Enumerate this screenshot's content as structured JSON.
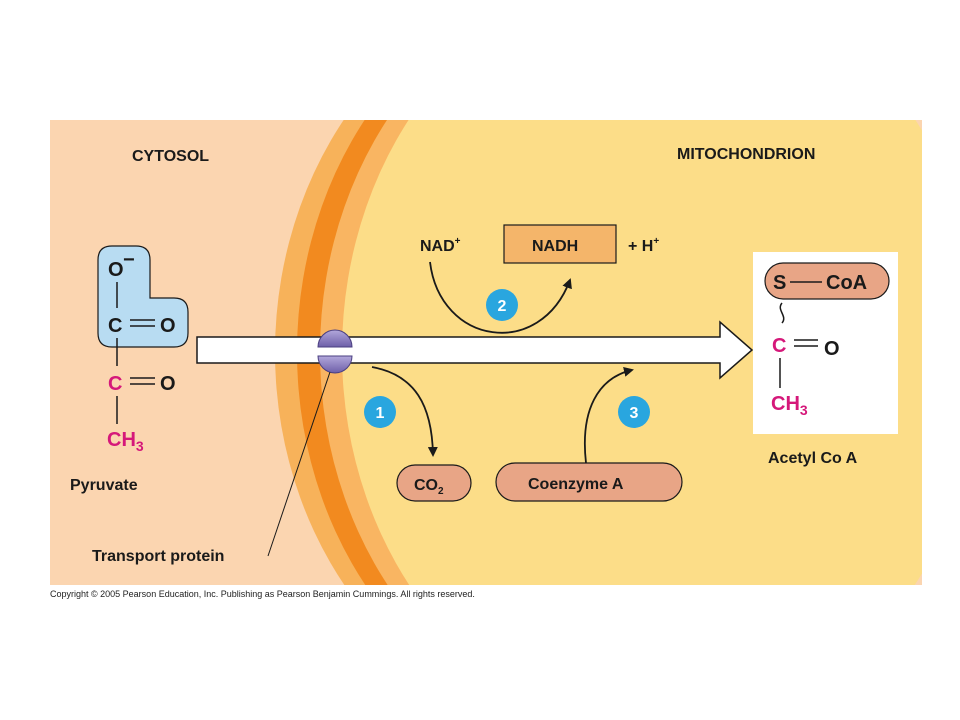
{
  "regions": {
    "cytosol": "CYTOSOL",
    "mitochondrion": "MITOCHONDRION"
  },
  "labels": {
    "pyruvate": "Pyruvate",
    "transport_protein": "Transport protein",
    "acetyl_coa": "Acetyl Co A",
    "nad_plus": "NAD",
    "nad_plus_sup": "+",
    "nadh": "NADH",
    "h_plus": "+ H",
    "h_plus_sup": "+",
    "co2": "CO",
    "co2_sub": "2",
    "coenzyme_a": "Coenzyme A"
  },
  "steps": [
    "1",
    "2",
    "3"
  ],
  "pyruvate_atoms": {
    "o_minus": "O",
    "minus": "−",
    "c1": "C",
    "o1": "O",
    "c2": "C",
    "o2": "O",
    "ch": "CH",
    "h_sub": "3"
  },
  "acetyl_atoms": {
    "s": "S",
    "coa": "CoA",
    "c": "C",
    "o": "O",
    "ch": "CH",
    "h_sub": "3"
  },
  "copyright": "Copyright © 2005 Pearson Education, Inc. Publishing as Pearson Benjamin Cummings. All rights reserved.",
  "colors": {
    "cytosol": "#fbd5b0",
    "mitochondrion": "#fcdd88",
    "membrane_outer": "#f7b25a",
    "membrane_inner": "#f28a1f",
    "carbon_magenta": "#d5187a",
    "step_badge": "#29a6df",
    "pill": "#e8a586",
    "nadh_box": "#f4b56a",
    "pyruvate_box": "#b8dcf2",
    "transporter": "#8c7fc0"
  }
}
